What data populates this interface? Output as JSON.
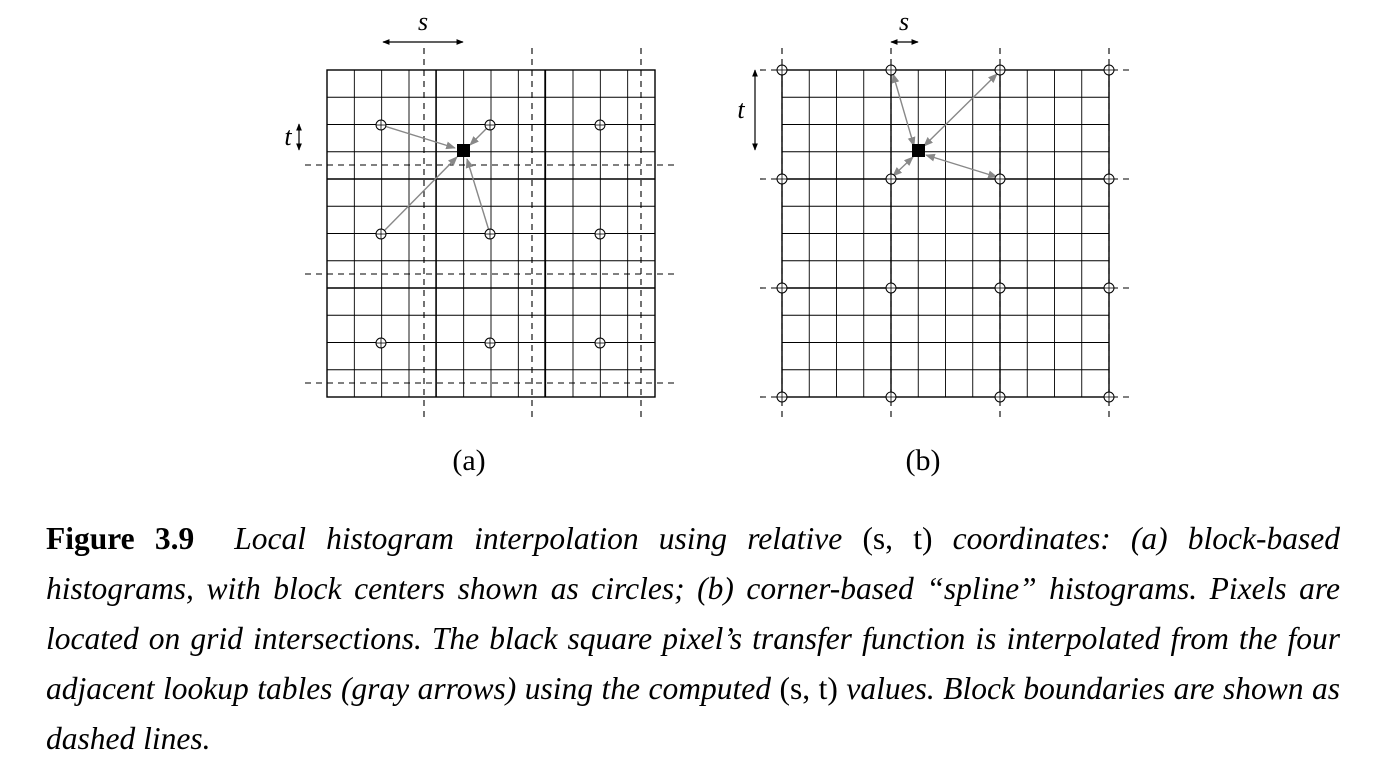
{
  "figure": {
    "label_a": "(a)",
    "label_b": "(b)",
    "var_s": "s",
    "var_t": "t"
  },
  "caption": {
    "label": "Figure 3.9",
    "text_1": "Local histogram interpolation using relative ",
    "math_1": "(s, t)",
    "text_2": " coordinates: (a) block-based histograms, with block centers shown as circles; (b) corner-based “spline” histograms. Pixels are located on grid intersections. The black square pixel’s transfer function is interpolated from the four adjacent lookup tables (gray arrows) using the computed ",
    "math_2": "(s, t)",
    "text_3": " values. Block boundaries are shown as dashed lines."
  },
  "colors": {
    "grid": "#000000",
    "arrow": "#888888",
    "pixel": "#000000"
  }
}
